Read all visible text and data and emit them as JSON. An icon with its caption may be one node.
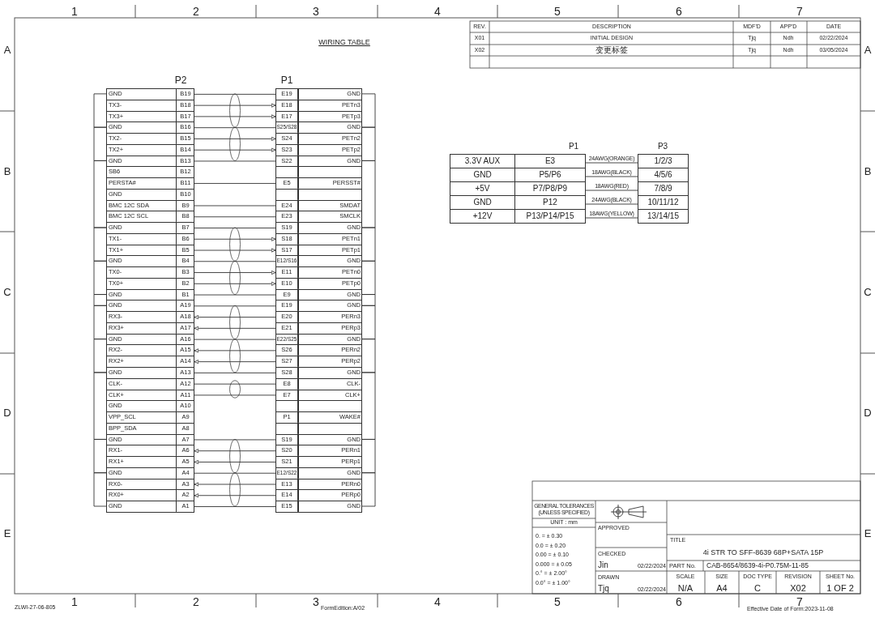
{
  "diagram": {
    "title": "WIRING TABLE",
    "nodes": [
      {
        "text": [
          "GND",
          "B19"
        ]
      },
      {
        "text": [
          "TX3-",
          "B18"
        ]
      },
      {
        "text": [
          "TX3+",
          "B17"
        ]
      },
      {
        "text": [
          "GND",
          "B16"
        ]
      },
      {
        "text": [
          "TX2-",
          "B15"
        ]
      },
      {
        "text": [
          "TX2+",
          "B14"
        ]
      },
      {
        "text": [
          "GND",
          "B13"
        ]
      },
      {
        "text": [
          "SB6",
          "B12"
        ]
      },
      {
        "text": [
          "PERSTA#",
          "B11"
        ]
      },
      {
        "text": [
          "GND",
          "B10"
        ]
      },
      {
        "text": [
          "BMC 12C SDA",
          "B9"
        ]
      },
      {
        "text": [
          "BMC 12C SCL",
          "B8"
        ]
      },
      {
        "text": [
          "GND",
          "B7"
        ]
      },
      {
        "text": [
          "TX1-",
          "B6"
        ]
      },
      {
        "text": [
          "TX1+",
          "B5"
        ]
      },
      {
        "text": [
          "GND",
          "B4"
        ]
      },
      {
        "text": [
          "TX0-",
          "B3"
        ]
      },
      {
        "text": [
          "TX0+",
          "B2"
        ]
      },
      {
        "text": [
          "GND",
          "B1"
        ]
      },
      {
        "text": [
          "GND",
          "A19"
        ]
      },
      {
        "text": [
          "RX3-",
          "A18"
        ]
      },
      {
        "text": [
          "RX3+",
          "A17"
        ]
      },
      {
        "text": [
          "GND",
          "A16"
        ]
      },
      {
        "text": [
          "RX2-",
          "A15"
        ]
      },
      {
        "text": [
          "RX2+",
          "A14"
        ]
      },
      {
        "text": [
          "GND",
          "A13"
        ]
      },
      {
        "text": [
          "CLK-",
          "A12"
        ]
      },
      {
        "text": [
          "CLK+",
          "A11"
        ]
      },
      {
        "text": [
          "GND",
          "A10"
        ]
      },
      {
        "text": [
          "VPP_SCL",
          "A9"
        ]
      },
      {
        "text": [
          "BPP_SDA",
          "A8"
        ]
      },
      {
        "text": [
          "GND",
          "A7"
        ]
      },
      {
        "text": [
          "RX1-",
          "A6"
        ]
      },
      {
        "text": [
          "RX1+",
          "A5"
        ]
      },
      {
        "text": [
          "GND",
          "A4"
        ]
      },
      {
        "text": [
          "RX0-",
          "A3"
        ]
      },
      {
        "text": [
          "RX0+",
          "A2"
        ]
      },
      {
        "text": [
          "GND",
          "A1"
        ]
      },
      {
        "text": [
          "E19",
          "GND"
        ]
      },
      {
        "text": [
          "E18",
          "PETn3"
        ]
      },
      {
        "text": [
          "E17",
          "PETp3"
        ]
      },
      {
        "text": [
          "S25/S28",
          "GND"
        ]
      },
      {
        "text": [
          "S24",
          "PETn2"
        ]
      },
      {
        "text": [
          "S23",
          "PETp2"
        ]
      },
      {
        "text": [
          "S22",
          "GND"
        ]
      },
      {
        "text": [],
        "shape": "box"
      },
      {
        "text": [
          "E5",
          "PERSST#"
        ]
      },
      {
        "text": [],
        "shape": "box"
      },
      {
        "text": [
          "E24",
          "SMDAT"
        ]
      },
      {
        "text": [
          "E23",
          "SMCLK"
        ]
      },
      {
        "text": [
          "S19",
          "GND"
        ]
      },
      {
        "text": [
          "S18",
          "PETn1"
        ]
      },
      {
        "text": [
          "S17",
          "PETp1"
        ]
      },
      {
        "text": [
          "E12/S16",
          "GND"
        ]
      },
      {
        "text": [
          "E11",
          "PETn0"
        ]
      },
      {
        "text": [
          "E10",
          "PETp0"
        ]
      },
      {
        "text": [
          "E9",
          "GND"
        ]
      },
      {
        "text": [
          "E19",
          "GND"
        ]
      },
      {
        "text": [
          "E20",
          "PERn3"
        ]
      },
      {
        "text": [
          "E21",
          "PERp3"
        ]
      },
      {
        "text": [
          "E22/S25",
          "GND"
        ]
      },
      {
        "text": [
          "S26",
          "PERn2"
        ]
      },
      {
        "text": [
          "S27",
          "PERp2"
        ]
      },
      {
        "text": [
          "S28",
          "GND"
        ]
      },
      {
        "text": [
          "E8",
          "CLK-"
        ]
      },
      {
        "text": [
          "E7",
          "CLK+"
        ]
      },
      {
        "text": [],
        "shape": "box"
      },
      {
        "text": [
          "P1",
          "WAKE#"
        ]
      },
      {
        "text": [],
        "shape": "box"
      },
      {
        "text": [
          "S19",
          "GND"
        ]
      },
      {
        "text": [
          "S20",
          "PERn1"
        ]
      },
      {
        "text": [
          "S21",
          "PERp1"
        ]
      },
      {
        "text": [
          "E12/S22",
          "GND"
        ]
      },
      {
        "text": [
          "E13",
          "PERn0"
        ]
      },
      {
        "text": [
          "E14",
          "PERp0"
        ]
      },
      {
        "text": [
          "E15",
          "GND"
        ]
      },
      {
        "text": [
          "3.3V AUX",
          "E3"
        ]
      },
      {
        "text": [
          "GND",
          "P5/P6"
        ]
      },
      {
        "text": [
          "+5V",
          "P7/P8/P9"
        ]
      },
      {
        "text": [
          "GND",
          "P12"
        ]
      },
      {
        "text": [
          "+12V",
          "P13/P14/P15"
        ]
      },
      {
        "text": [
          "1/2/3"
        ]
      },
      {
        "text": [
          "4/5/6"
        ]
      },
      {
        "text": [
          "7/8/9"
        ]
      },
      {
        "text": [
          "10/11/12"
        ]
      },
      {
        "text": [
          "13/14/15"
        ]
      }
    ],
    "edges": [
      {
        "from": 0,
        "to": 38,
        "arrow": "none"
      },
      {
        "from": 1,
        "to": 39,
        "arrow": "to"
      },
      {
        "from": 2,
        "to": 40,
        "arrow": "to"
      },
      {
        "from": 3,
        "to": 41,
        "arrow": "none"
      },
      {
        "from": 4,
        "to": 42,
        "arrow": "to"
      },
      {
        "from": 5,
        "to": 43,
        "arrow": "to"
      },
      {
        "from": 6,
        "to": 44,
        "arrow": "none"
      },
      {
        "from": 8,
        "to": 46,
        "arrow": "none"
      },
      {
        "from": 10,
        "to": 48,
        "arrow": "none"
      },
      {
        "from": 11,
        "to": 49,
        "arrow": "none"
      },
      {
        "from": 12,
        "to": 50,
        "arrow": "none"
      },
      {
        "from": 13,
        "to": 51,
        "arrow": "to"
      },
      {
        "from": 14,
        "to": 52,
        "arrow": "to"
      },
      {
        "from": 15,
        "to": 53,
        "arrow": "none"
      },
      {
        "from": 16,
        "to": 54,
        "arrow": "to"
      },
      {
        "from": 17,
        "to": 55,
        "arrow": "to"
      },
      {
        "from": 18,
        "to": 56,
        "arrow": "none"
      },
      {
        "from": 19,
        "to": 57,
        "arrow": "none"
      },
      {
        "from": 58,
        "to": 20,
        "arrow": "to"
      },
      {
        "from": 59,
        "to": 21,
        "arrow": "to"
      },
      {
        "from": 22,
        "to": 60,
        "arrow": "none"
      },
      {
        "from": 61,
        "to": 23,
        "arrow": "to"
      },
      {
        "from": 62,
        "to": 24,
        "arrow": "to"
      },
      {
        "from": 25,
        "to": 63,
        "arrow": "none"
      },
      {
        "from": 26,
        "to": 64,
        "arrow": "none"
      },
      {
        "from": 27,
        "to": 65,
        "arrow": "none"
      },
      {
        "from": 31,
        "to": 69,
        "arrow": "none"
      },
      {
        "from": 70,
        "to": 32,
        "arrow": "to"
      },
      {
        "from": 71,
        "to": 33,
        "arrow": "to"
      },
      {
        "from": 34,
        "to": 72,
        "arrow": "none"
      },
      {
        "from": 73,
        "to": 35,
        "arrow": "to"
      },
      {
        "from": 74,
        "to": 36,
        "arrow": "to"
      },
      {
        "from": 37,
        "to": 75,
        "arrow": "none"
      },
      {
        "from": 0,
        "to": 3,
        "arrow": "none"
      },
      {
        "from": 3,
        "to": 6,
        "arrow": "none"
      },
      {
        "from": 6,
        "to": 12,
        "arrow": "none"
      },
      {
        "from": 12,
        "to": 15,
        "arrow": "none"
      },
      {
        "from": 15,
        "to": 18,
        "arrow": "none"
      },
      {
        "from": 18,
        "to": 19,
        "arrow": "none"
      },
      {
        "from": 19,
        "to": 22,
        "arrow": "none"
      },
      {
        "from": 22,
        "to": 25,
        "arrow": "none"
      },
      {
        "from": 25,
        "to": 31,
        "arrow": "none"
      },
      {
        "from": 31,
        "to": 34,
        "arrow": "none"
      },
      {
        "from": 34,
        "to": 37,
        "arrow": "none"
      },
      {
        "from": 38,
        "to": 41,
        "arrow": "none"
      },
      {
        "from": 41,
        "to": 44,
        "arrow": "none"
      },
      {
        "from": 44,
        "to": 50,
        "arrow": "none"
      },
      {
        "from": 50,
        "to": 53,
        "arrow": "none"
      },
      {
        "from": 53,
        "to": 56,
        "arrow": "none"
      },
      {
        "from": 56,
        "to": 57,
        "arrow": "none"
      },
      {
        "from": 57,
        "to": 60,
        "arrow": "none"
      },
      {
        "from": 60,
        "to": 63,
        "arrow": "none"
      },
      {
        "from": 63,
        "to": 69,
        "arrow": "none"
      },
      {
        "from": 69,
        "to": 72,
        "arrow": "none"
      },
      {
        "from": 72,
        "to": 75,
        "arrow": "none"
      },
      {
        "from": 76,
        "to": 81,
        "arrow": "none",
        "label": "24AWG(ORANGE)"
      },
      {
        "from": 77,
        "to": 82,
        "arrow": "none",
        "label": "18AWG(BLACK)"
      },
      {
        "from": 78,
        "to": 83,
        "arrow": "none",
        "label": "18AWG(RED)"
      },
      {
        "from": 79,
        "to": 84,
        "arrow": "none",
        "label": "24AWG(BLACK)"
      },
      {
        "from": 80,
        "to": 85,
        "arrow": "none",
        "label": "18AWG(YELLOW)"
      }
    ],
    "labels": [
      "1",
      "2",
      "3",
      "4",
      "5",
      "6",
      "7",
      "A",
      "B",
      "C",
      "D",
      "E",
      "A",
      "B",
      "C",
      "D",
      "E",
      "1",
      "2",
      "3",
      "4",
      "5",
      "6",
      "7",
      "ZLWI-27-06-805",
      "FormEdition:A/02",
      "Effective Date of Form:2023-11-08",
      "P2",
      "P1",
      "P1",
      "P3",
      "REV.",
      "DESCRIPTION",
      "MDF'D",
      "APP'D",
      "DATE",
      "X01",
      "INITIAL DESIGN",
      "Tjq",
      "Ndh",
      "02/22/2024",
      "X02",
      "变更标签",
      "Tjq",
      "Ndh",
      "03/05/2024",
      "GENERAL TOLERANCES (UNLESS SPECIFIED)",
      "UNIT : mm",
      "0. = ± 0.30",
      "0.0 = ± 0.20",
      "0.00 = ± 0.10",
      "0.000 = ± 0.05",
      "0.° = ± 2.00°",
      "0.0° = ± 1.00°",
      "APPROVED",
      "CHECKED",
      "Jin",
      "02/22/2024",
      "DRAWN",
      "Tjq",
      "02/22/2024",
      "TITLE",
      "4i STR TO SFF-8639 68P+SATA 15P",
      "PART No.",
      "CAB-8654/8639-4i-P0.75M-11-85",
      "SCALE",
      "SIZE",
      "DOC TYPE",
      "REVISION",
      "SHEET No.",
      "N/A",
      "A4",
      "C",
      "X02",
      "1 OF 2"
    ]
  }
}
